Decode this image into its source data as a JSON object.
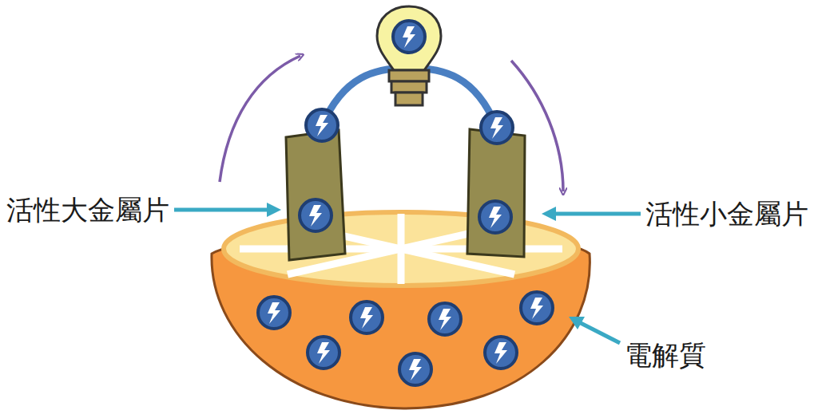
{
  "diagram": {
    "labels": [
      "活性大金屬片",
      "活性小金屬片",
      "電解質"
    ]
  }
}
